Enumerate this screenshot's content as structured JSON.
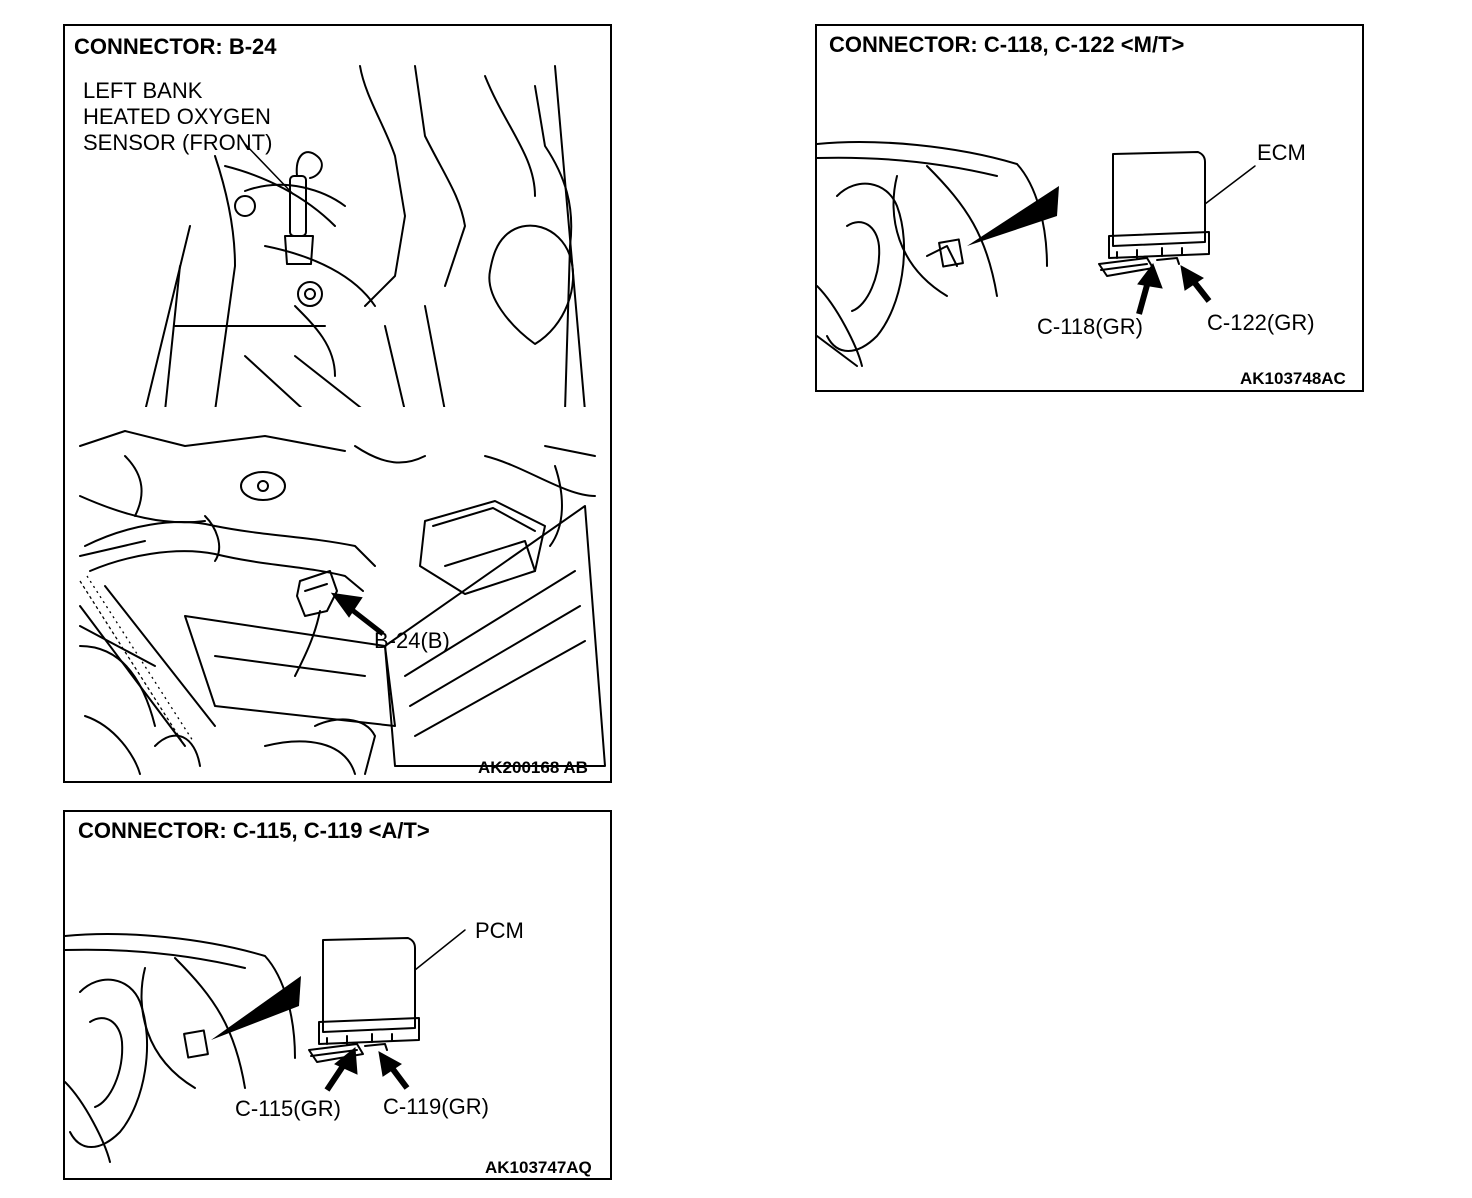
{
  "panels": [
    {
      "title": "CONNECTOR: B-24",
      "sensor_label_lines": [
        "LEFT BANK",
        "HEATED OXYGEN",
        "SENSOR (FRONT)"
      ],
      "callouts": [
        "B-24(B)"
      ],
      "figure_code": "AK200168 AB"
    },
    {
      "title": "CONNECTOR: C-118, C-122 <M/T>",
      "module_label": "ECM",
      "callouts": [
        "C-118(GR)",
        "C-122(GR)"
      ],
      "figure_code": "AK103748AC"
    },
    {
      "title": "CONNECTOR: C-115, C-119 <A/T>",
      "module_label": "PCM",
      "callouts": [
        "C-115(GR)",
        "C-119(GR)"
      ],
      "figure_code": "AK103747AQ"
    }
  ]
}
